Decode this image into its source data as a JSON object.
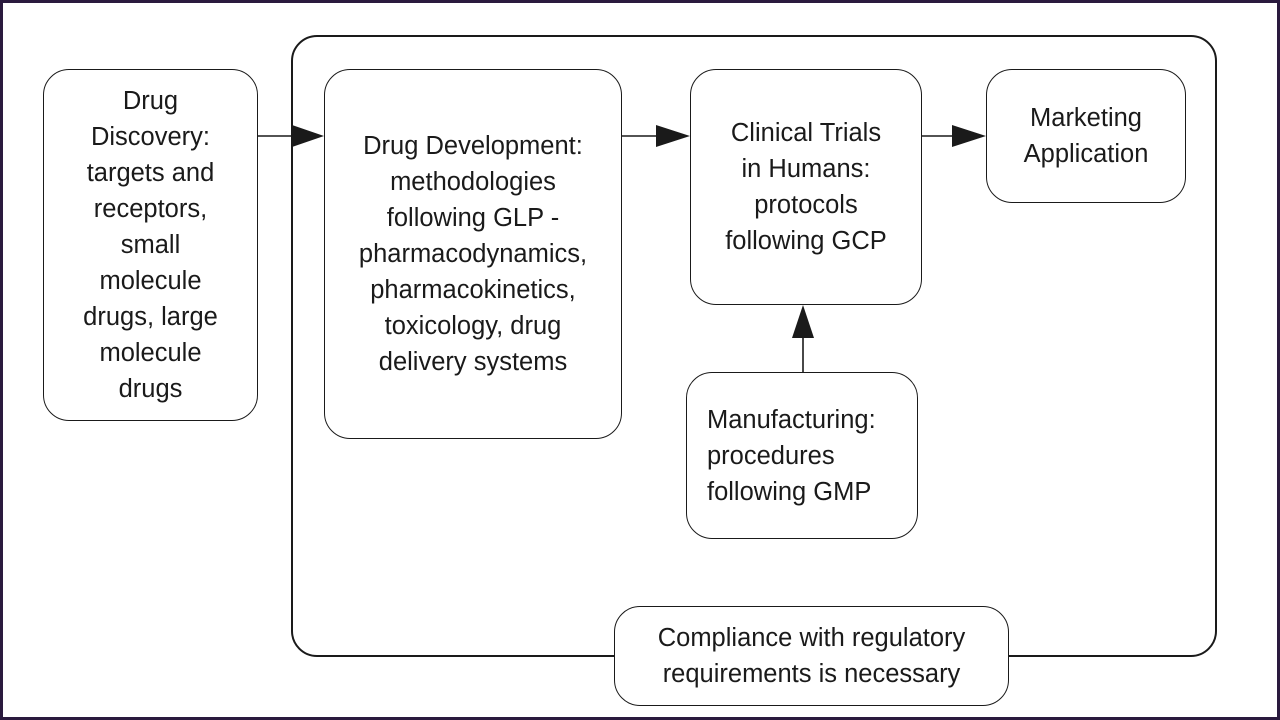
{
  "diagram": {
    "nodes": {
      "discovery": "Drug\nDiscovery:\ntargets and\nreceptors,\nsmall\nmolecule\ndrugs, large\nmolecule\ndrugs",
      "development": "Drug Development:\nmethodologies\nfollowing GLP -\npharmacodynamics,\npharmacokinetics,\ntoxicology, drug\ndelivery systems",
      "clinical": "Clinical Trials\nin Humans:\nprotocols\nfollowing GCP",
      "marketing": "Marketing\nApplication",
      "manufacturing": "Manufacturing:\nprocedures\nfollowing GMP",
      "compliance": "Compliance with regulatory\nrequirements is necessary"
    },
    "edges": [
      {
        "from": "discovery",
        "to": "development"
      },
      {
        "from": "development",
        "to": "clinical"
      },
      {
        "from": "clinical",
        "to": "marketing"
      },
      {
        "from": "manufacturing",
        "to": "clinical"
      }
    ],
    "colors": {
      "background_frame": "#2a1a3e",
      "canvas": "#ffffff",
      "stroke": "#1a1a1a",
      "text": "#1a1a1a"
    }
  }
}
